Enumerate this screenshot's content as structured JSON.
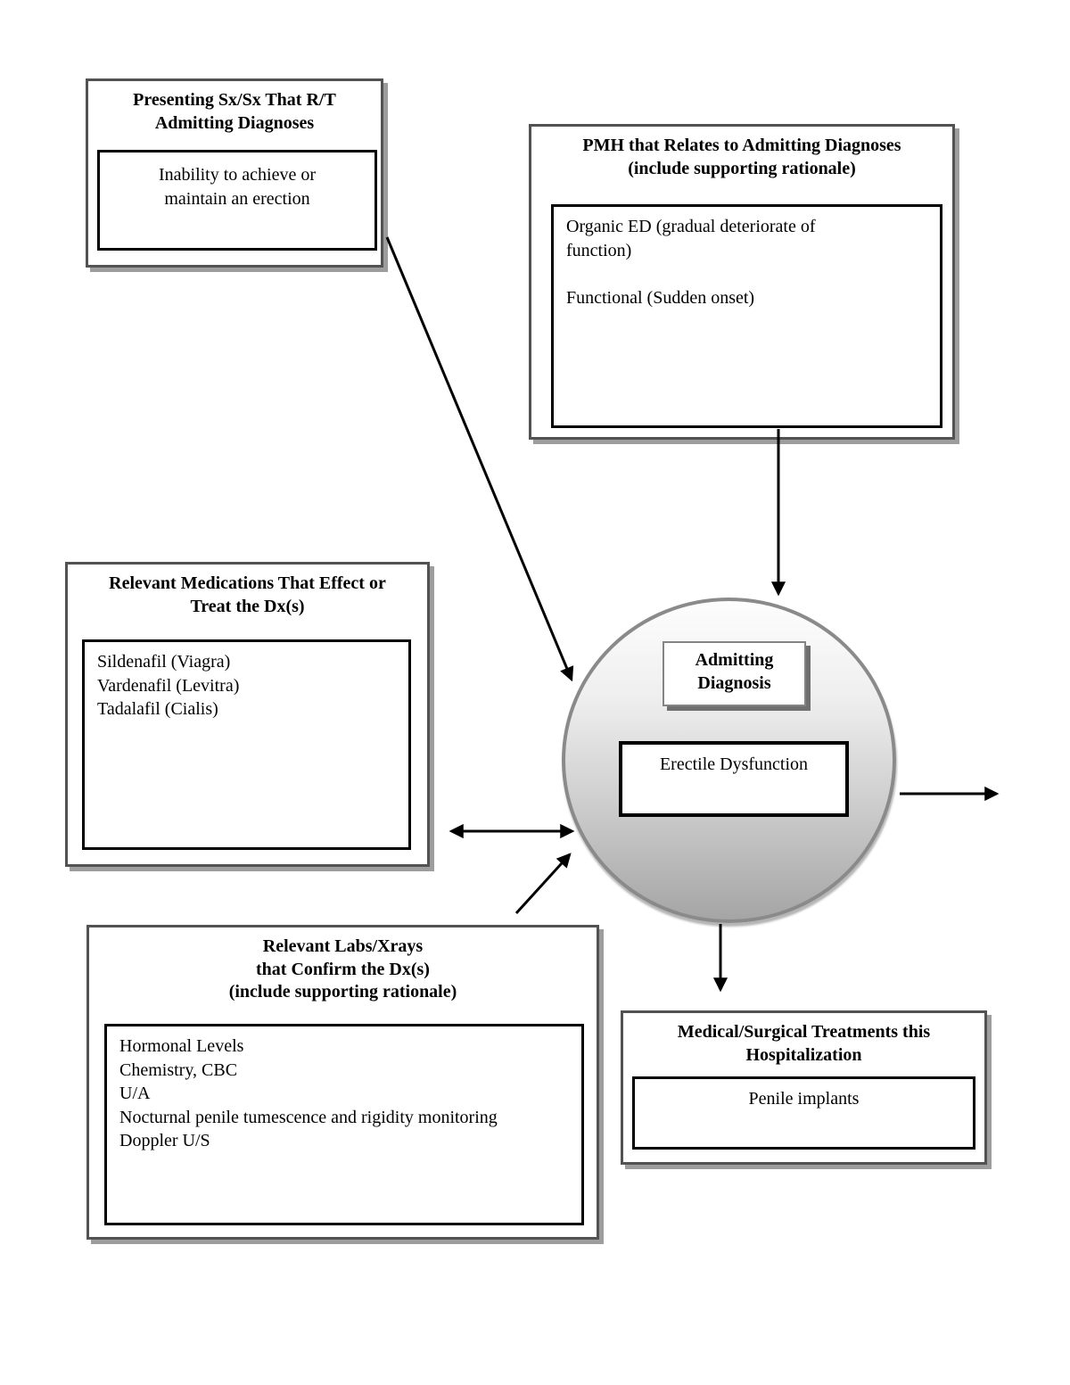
{
  "diagram": {
    "type": "concept-map",
    "center": {
      "label": "Admitting\nDiagnosis",
      "diagnosis": "Erectile Dysfunction"
    },
    "boxes": {
      "presenting": {
        "title": "Presenting Sx/Sx That R/T\nAdmitting Diagnoses",
        "content": "Inability to achieve or\nmaintain an erection"
      },
      "pmh": {
        "title": "PMH that Relates to Admitting Diagnoses\n(include supporting rationale)",
        "items": [
          "Organic ED (gradual deteriorate of function)",
          "",
          "Functional (Sudden onset)"
        ]
      },
      "medications": {
        "title": "Relevant Medications That Effect or\nTreat the Dx(s)",
        "items": [
          "Sildenafil (Viagra)",
          "Vardenafil (Levitra)",
          "Tadalafil (Cialis)"
        ]
      },
      "labs": {
        "title": "Relevant Labs/Xrays\nthat Confirm the Dx(s)\n(include supporting rationale)",
        "items": [
          "Hormonal Levels",
          "Chemistry, CBC",
          "U/A",
          "Nocturnal penile tumescence and rigidity monitoring",
          "Doppler U/S"
        ]
      },
      "treatments": {
        "title": "Medical/Surgical Treatments this\nHospitalization",
        "content": "Penile implants"
      }
    },
    "edges": [
      {
        "from": "presenting",
        "to": "center",
        "style": "one-way"
      },
      {
        "from": "pmh",
        "to": "center",
        "style": "one-way"
      },
      {
        "from": "medications",
        "to": "center",
        "style": "two-way"
      },
      {
        "from": "labs",
        "to": "center",
        "style": "one-way"
      },
      {
        "from": "center",
        "to": "page-right",
        "style": "one-way"
      },
      {
        "from": "center",
        "to": "treatments",
        "style": "one-way"
      }
    ],
    "colors": {
      "arrow": "#000000",
      "outer_border": "#525252",
      "inner_border": "#000000",
      "circle_border": "#8a8a8a",
      "circle_gradient_top": "#fdfdfd",
      "circle_gradient_bottom": "#a5a5a5"
    }
  }
}
